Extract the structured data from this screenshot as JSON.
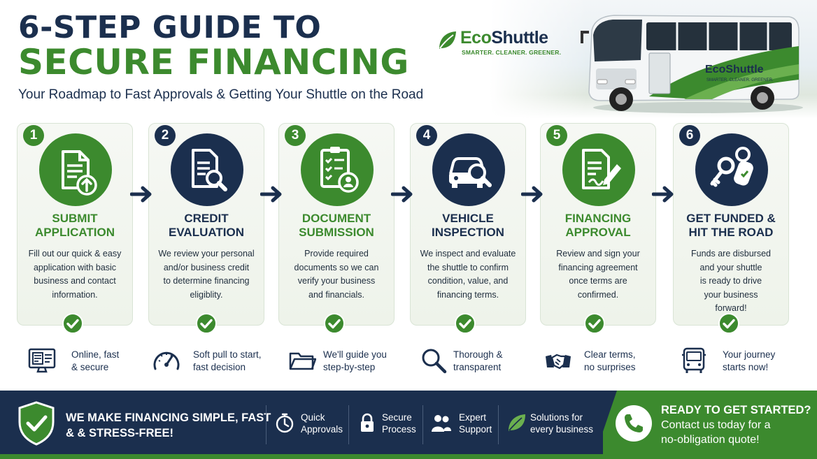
{
  "header": {
    "title_line1": "6-STEP GUIDE TO",
    "title_line2": "SECURE FINANCING",
    "subtitle": "Your Roadmap to Fast Approvals & Getting Your Shuttle on the Road"
  },
  "brand": {
    "name_eco": "Eco",
    "name_rest": "Shuttle",
    "tagline": "SMARTER. CLEANER. GREENER.",
    "bus_brand": "EcoShuttle",
    "bus_tagline": "SMARTER. CLEANER. GREENER."
  },
  "colors": {
    "navy": "#1b2f4e",
    "green": "#3c8a2e",
    "card_bg": "#eef3ea"
  },
  "steps": [
    {
      "number": "1",
      "title": "SUBMIT\nAPPLICATION",
      "description": "Fill out our quick & easy\napplication with basic\nbusiness and contact\ninformation.",
      "icon": "document-upload-icon",
      "theme": "green"
    },
    {
      "number": "2",
      "title": "CREDIT\nEVALUATION",
      "description": "We review your personal\nand/or business credit\nto determine financing\neligiblity.",
      "icon": "document-search-icon",
      "theme": "navy"
    },
    {
      "number": "3",
      "title": "DOCUMENT\nSUBMISSION",
      "description": "Provide required\ndocuments so we can\nverify your business\nand financials.",
      "icon": "clipboard-user-icon",
      "theme": "green"
    },
    {
      "number": "4",
      "title": "VEHICLE\nINSPECTION",
      "description": "We inspect and evaluate\nthe shuttle to confirm\ncondition, value, and\nfinancing terms.",
      "icon": "car-search-icon",
      "theme": "navy"
    },
    {
      "number": "5",
      "title": "FINANCING\nAPPROVAL",
      "description": "Review and sign your\nfinancing agreement\nonce terms are\nconfirmed.",
      "icon": "document-sign-icon",
      "theme": "green"
    },
    {
      "number": "6",
      "title": "GET FUNDED &\nHIT THE ROAD",
      "description": "Funds are disbursed\nand your shuttle\nis ready to drive\nyour business\nforward!",
      "icon": "car-keys-icon",
      "theme": "navy"
    }
  ],
  "features": [
    {
      "label": "Online, fast\n& secure",
      "icon": "computer-form-icon"
    },
    {
      "label": "Soft pull to start,\nfast decision",
      "icon": "speedometer-icon"
    },
    {
      "label": "We'll guide you\nstep-by-step",
      "icon": "folder-icon"
    },
    {
      "label": "Thorough &\ntransparent",
      "icon": "magnifier-icon"
    },
    {
      "label": "Clear terms,\nno surprises",
      "icon": "handshake-icon"
    },
    {
      "label": "Your journey\nstarts now!",
      "icon": "bus-icon"
    }
  ],
  "footer": {
    "main_text": "WE MAKE FINANCING SIMPLE, FAST\n& & STRESS-FREE!",
    "items": [
      {
        "label": "Quick\nApprovals",
        "icon": "stopwatch-icon"
      },
      {
        "label": "Secure\nProcess",
        "icon": "lock-icon"
      },
      {
        "label": "Expert\nSupport",
        "icon": "people-icon"
      },
      {
        "label": "Solutions for\nevery business",
        "icon": "leaf-icon"
      }
    ],
    "cta_heading": "READY TO GET STARTED?",
    "cta_body": "Contact us today for a\nno-obligation quote!"
  }
}
